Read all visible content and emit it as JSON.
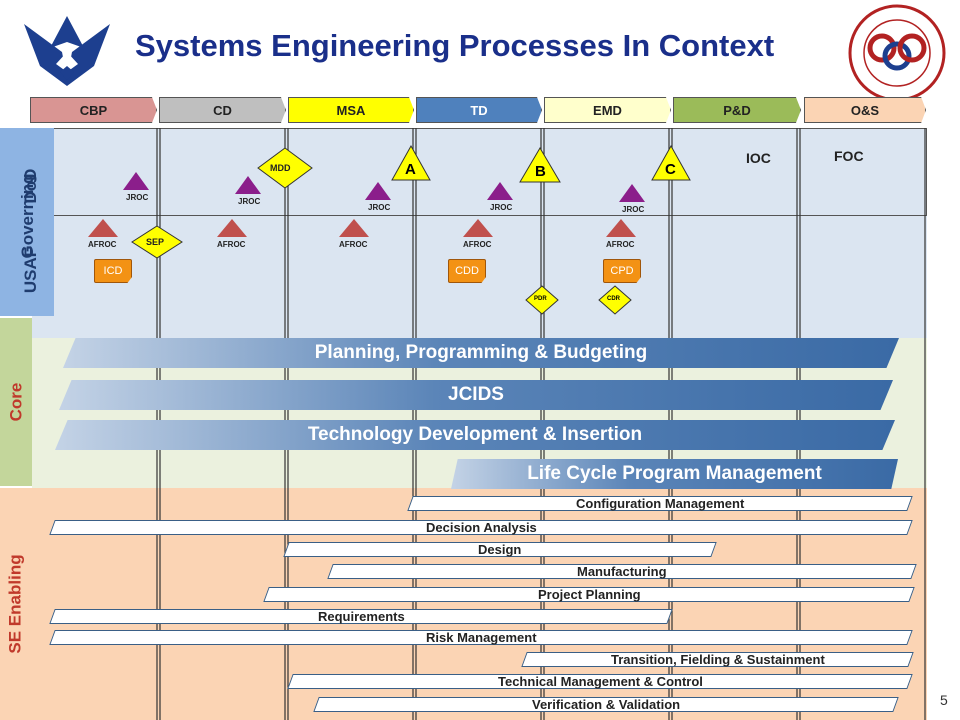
{
  "title": "Systems  Engineering Processes In Context",
  "page_number": "5",
  "phases": [
    {
      "label": "CBP",
      "color": "#d99593"
    },
    {
      "label": "CD",
      "color": "#bfbfbf"
    },
    {
      "label": "MSA",
      "color": "#ffff00"
    },
    {
      "label": "TD",
      "color": "#4f81bd"
    },
    {
      "label": "EMD",
      "color": "#ffffcc"
    },
    {
      "label": "P&D",
      "color": "#9bbb59"
    },
    {
      "label": "O&S",
      "color": "#fbd4b4"
    }
  ],
  "side_labels": {
    "governing": "Governing",
    "dod": "DoD",
    "usaf": "USAF",
    "core": "Core",
    "se_enabling": "SE Enabling"
  },
  "milestones": {
    "mdd": "MDD",
    "a": "A",
    "b": "B",
    "c": "C",
    "ioc": "IOC",
    "foc": "FOC",
    "sep": "SEP",
    "pdr": "PDR",
    "cdr": "CDR"
  },
  "jroc_label": "JROC",
  "afroc_label": "AFROC",
  "documents": {
    "icd": "ICD",
    "cdd": "CDD",
    "cpd": "CPD"
  },
  "core_bars": {
    "ppb": "Planning, Programming & Budgeting",
    "jcids": "JCIDS",
    "tdi": "Technology Development & Insertion",
    "lcpm": "Life Cycle Program Management"
  },
  "enabling_bars": [
    "Configuration  Management",
    "Decision Analysis",
    "Design",
    "Manufacturing",
    "Project Planning",
    "Requirements",
    "Risk Management",
    "Transition, Fielding & Sustainment",
    "Technical Management & Control",
    "Verification & Validation"
  ],
  "colors": {
    "title": "#1a2f8a",
    "core_blue": "#3a6aa5",
    "afroc": "#c0504d",
    "jroc": "#8b1e8b",
    "milestone": "#ffff00",
    "document": "#f39214"
  }
}
